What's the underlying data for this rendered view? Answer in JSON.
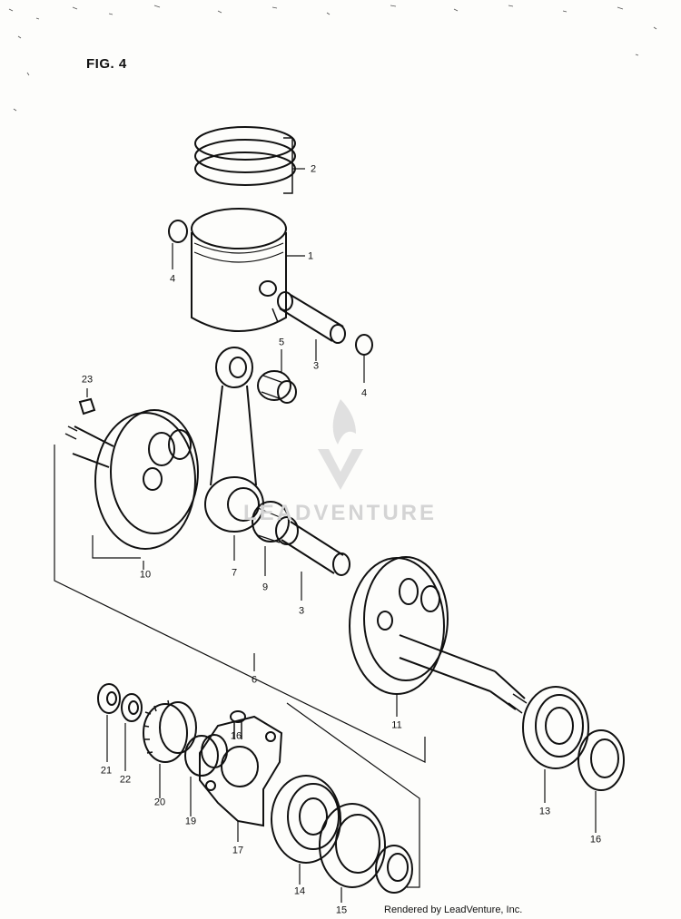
{
  "figure_label": "FIG. 4",
  "callouts": [
    "1",
    "2",
    "3",
    "4",
    "4",
    "5",
    "23",
    "10",
    "7",
    "9",
    "3",
    "6",
    "11",
    "21",
    "22",
    "20",
    "16",
    "19",
    "17",
    "14",
    "15",
    "13",
    "16"
  ],
  "watermark_text": "LEADVENTURE",
  "credit": "Rendered by LeadVenture, Inc."
}
